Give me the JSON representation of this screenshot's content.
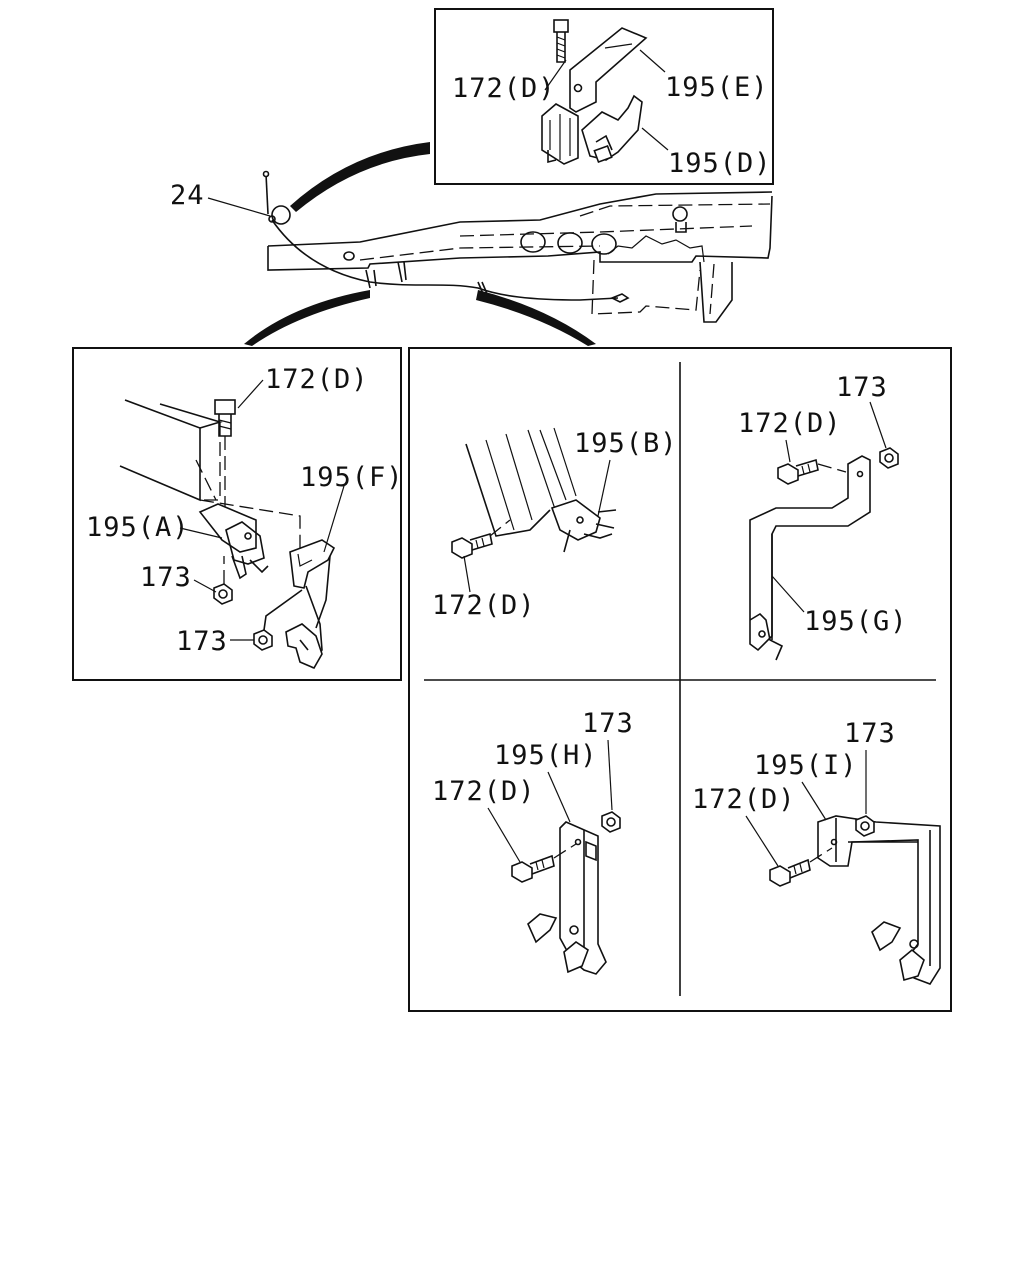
{
  "labels": {
    "p24": "24",
    "top_172d": "172(D)",
    "top_195e": "195(E)",
    "top_195d": "195(D)",
    "left_172d": "172(D)",
    "left_195f": "195(F)",
    "left_195a": "195(A)",
    "left_173a": "173",
    "left_173b": "173",
    "b_195b": "195(B)",
    "b_172d": "172(D)",
    "g_173": "173",
    "g_172d": "172(D)",
    "g_195g": "195(G)",
    "h_173": "173",
    "h_195h": "195(H)",
    "h_172d": "172(D)",
    "i_173": "173",
    "i_195i": "195(I)",
    "i_172d": "172(D)"
  }
}
